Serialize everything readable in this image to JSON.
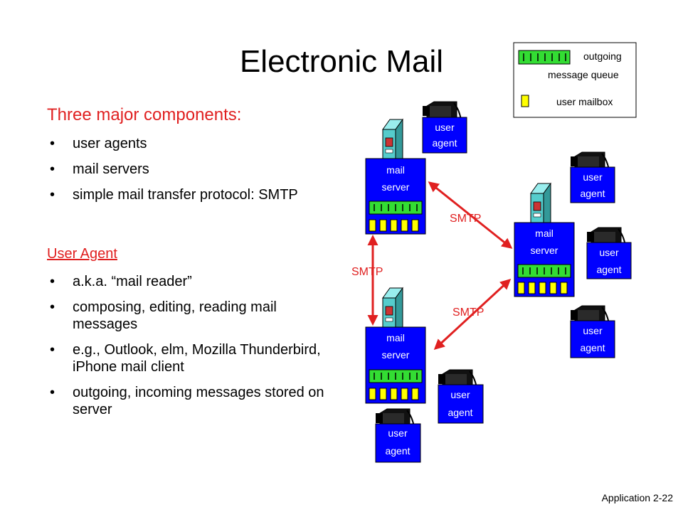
{
  "title": "Electronic Mail",
  "components_heading": "Three major components:",
  "components": [
    "user agents",
    "mail servers",
    "simple mail transfer protocol: SMTP"
  ],
  "user_agent_heading": "User Agent",
  "user_agent_points": [
    "a.k.a. “mail reader”",
    "composing, editing, reading mail messages",
    "e.g., Outlook, elm, Mozilla Thunderbird, iPhone mail client",
    "outgoing, incoming messages stored on server"
  ],
  "bullet_glyph": "•",
  "legend": {
    "queue_line1": "outgoing",
    "queue_line2": "message queue",
    "mailbox": "user mailbox"
  },
  "mail_server_label": [
    "mail",
    "server"
  ],
  "user_agent_label": [
    "user",
    "agent"
  ],
  "protocol_label": "SMTP",
  "footer": "Application  2-22",
  "colors": {
    "box_blue": "#0000ff",
    "queue_green": "#33dd33",
    "mailbox_yellow": "#ffff00",
    "accent_red": "#e02020",
    "tower_teal": "#55cccc"
  }
}
